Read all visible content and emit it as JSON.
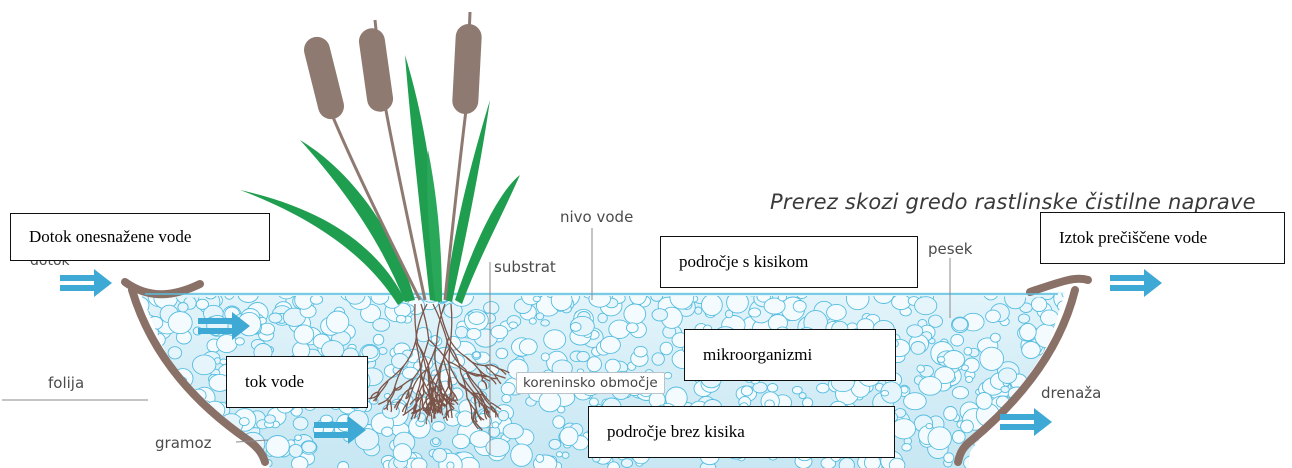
{
  "title": "Prerez skozi gredo rastlinske čistilne naprave",
  "labels": {
    "nivo_vode": "nivo vode",
    "substrat": "substrat",
    "pesek": "pesek",
    "folija": "folija",
    "gramoz": "gramoz",
    "drenaza": "drenaža",
    "koreninsko": "koreninsko območje",
    "dotok_partial": "dotok"
  },
  "boxes": {
    "dotok": "Dotok onesnažene vode",
    "iztok": "Iztok prečiščene vode",
    "kisik": "področje s kisikom",
    "mikro": "mikroorganizmi",
    "tok": "tok vode",
    "brez": "področje brez kisika"
  },
  "colors": {
    "water": "#d4eef7",
    "pebble_stroke": "#56bde0",
    "basin": "#8a7168",
    "arrow": "#3fa9d6",
    "leaf": "#1f9e4f",
    "cattail": "#8f7a72"
  }
}
